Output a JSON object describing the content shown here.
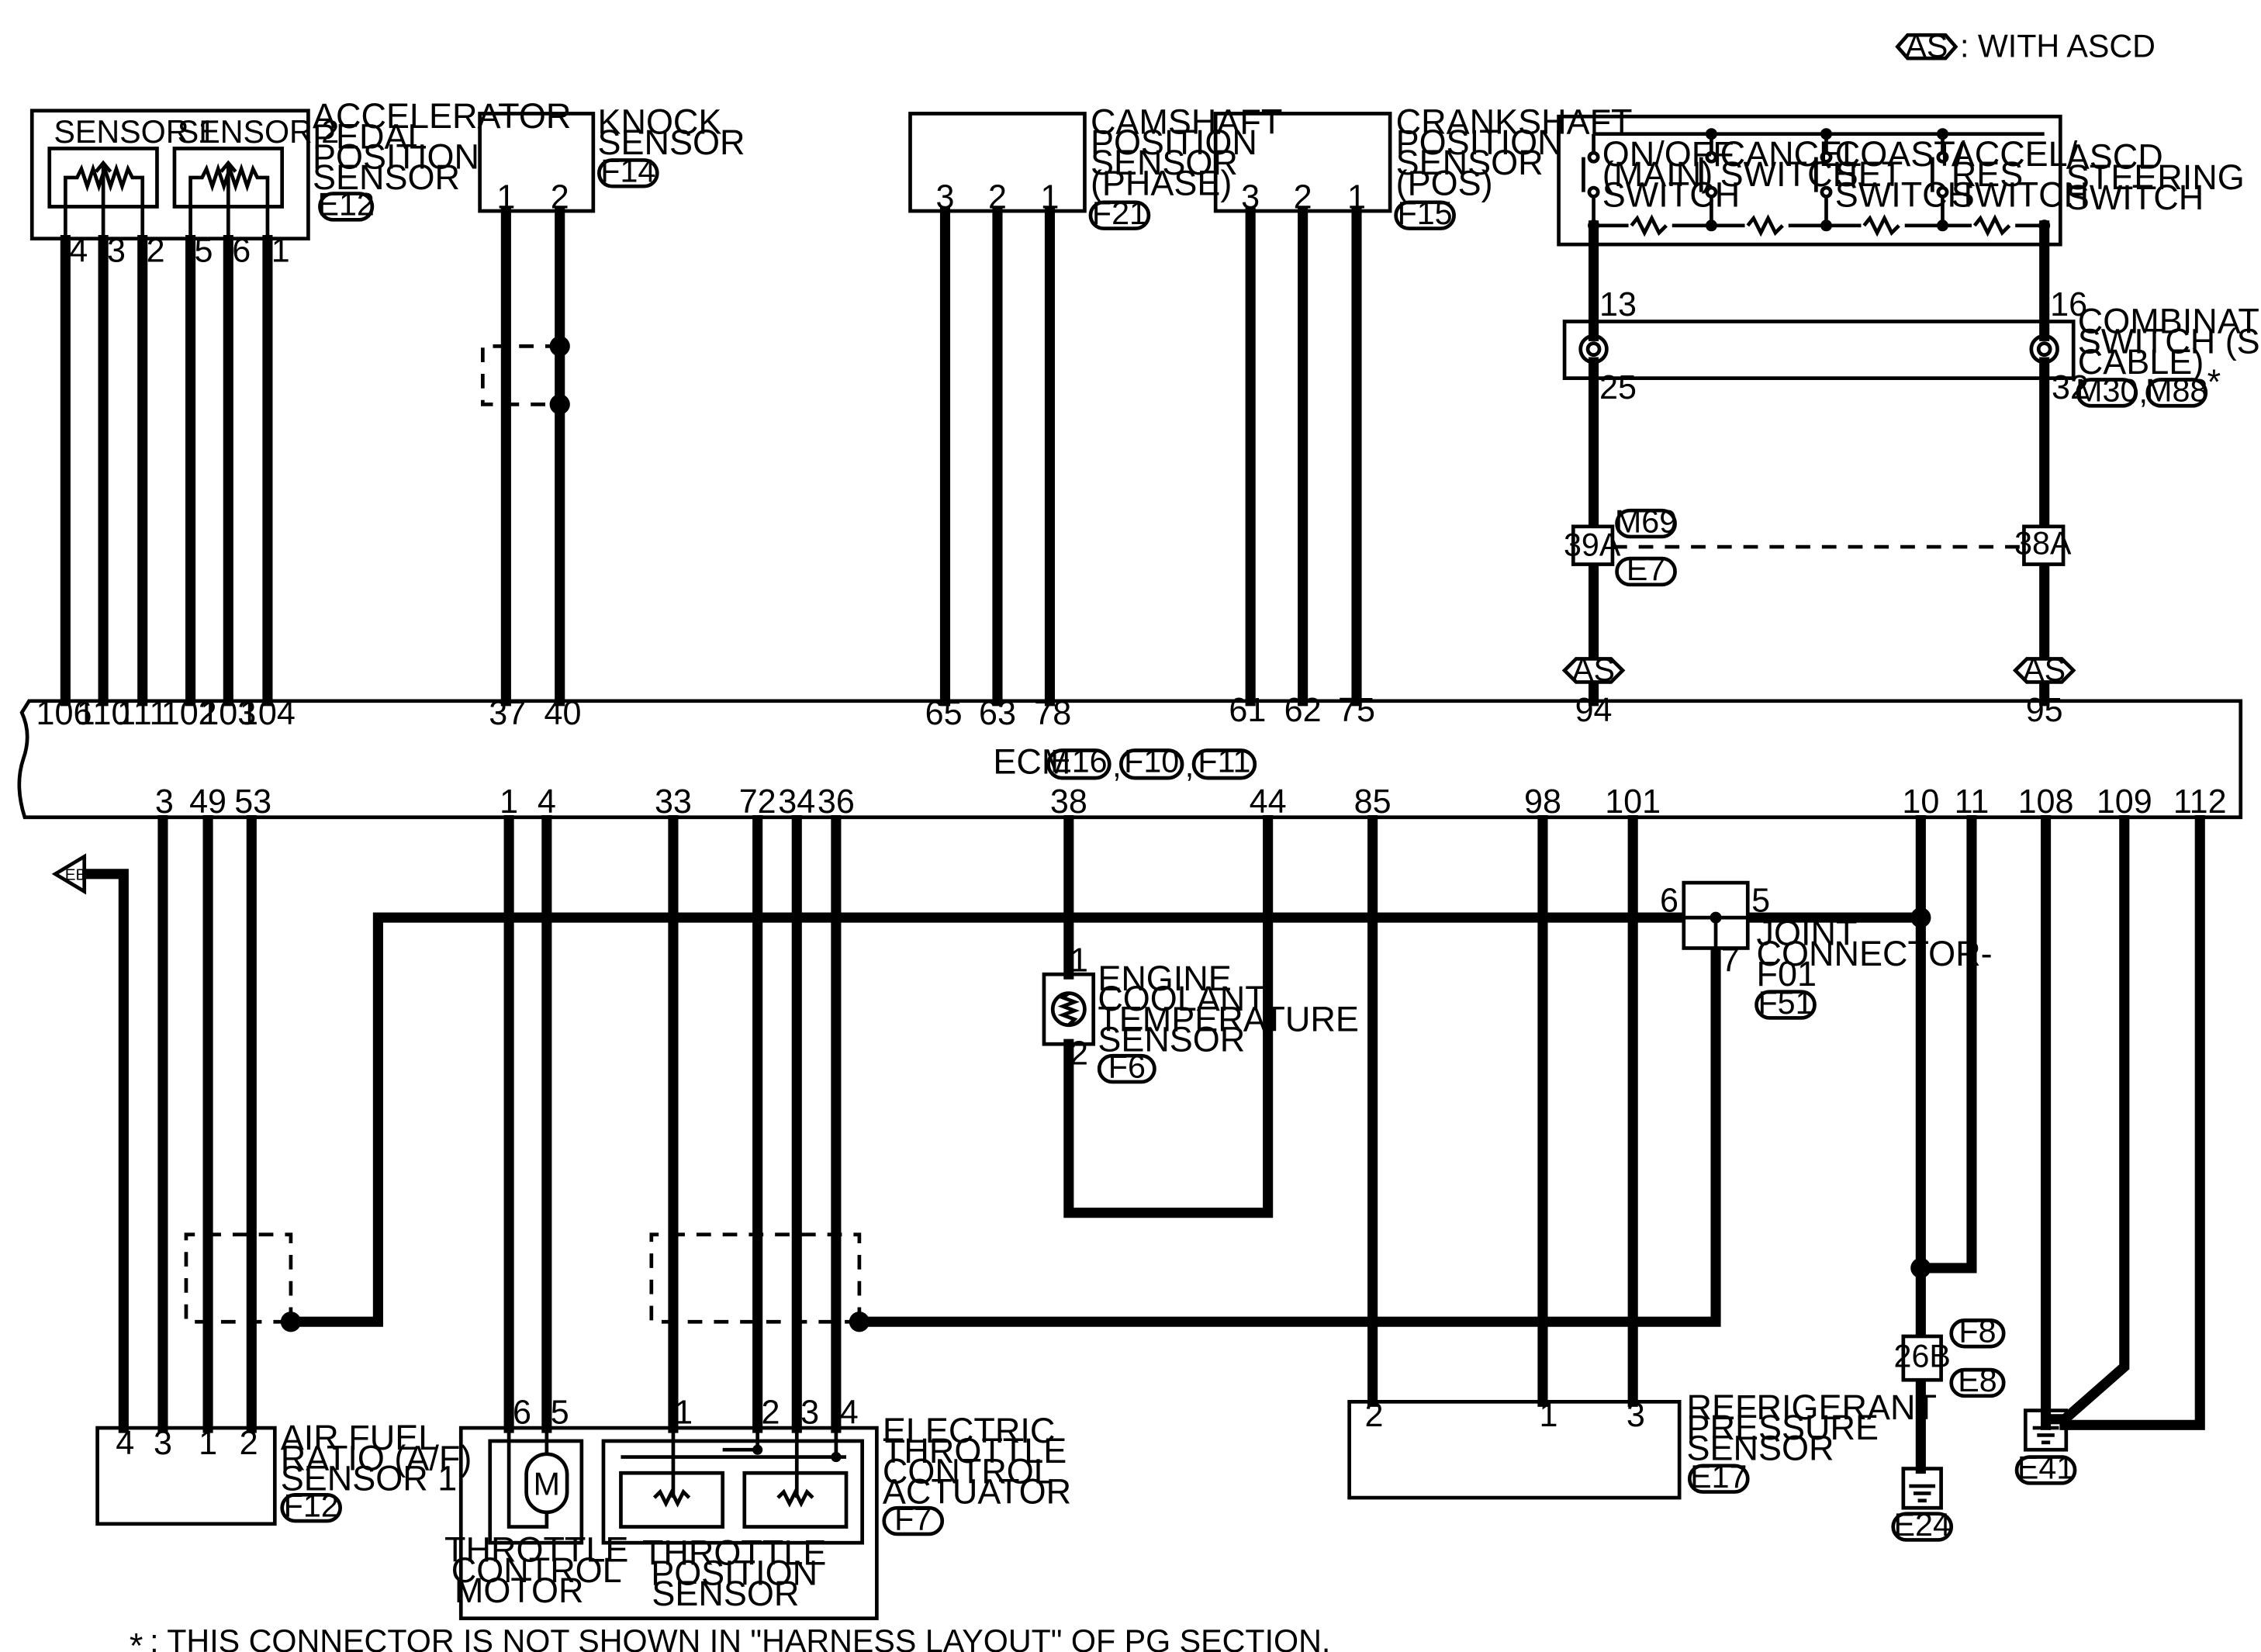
{
  "legend": {
    "as_tag": "AS",
    "as_text": ": WITH ASCD"
  },
  "ecm": {
    "label": "ECM",
    "connectors": [
      "E16",
      "F10",
      "F11"
    ]
  },
  "accelerator_sensor": {
    "sensor1": "SENSOR 1",
    "sensor2": "SENSOR 2",
    "name": [
      "ACCELERATOR",
      "PEDAL",
      "POSITION",
      "SENSOR"
    ],
    "connector": "E12",
    "pins": [
      "4",
      "3",
      "2",
      "5",
      "6",
      "1"
    ],
    "ecm_pins": [
      "106",
      "110",
      "111",
      "102",
      "103",
      "104"
    ]
  },
  "knock_sensor": {
    "name": [
      "KNOCK",
      "SENSOR"
    ],
    "connector": "F14",
    "pins": [
      "1",
      "2"
    ],
    "ecm_pins": [
      "37",
      "40"
    ]
  },
  "camshaft_sensor": {
    "name": [
      "CAMSHAFT",
      "POSITION",
      "SENSOR",
      "(PHASE)"
    ],
    "connector": "F21",
    "pins": [
      "3",
      "2",
      "1"
    ],
    "ecm_pins": [
      "65",
      "63",
      "78"
    ]
  },
  "crankshaft_sensor": {
    "name": [
      "CRANKSHAFT",
      "POSITION",
      "SENSOR",
      "(POS)"
    ],
    "connector": "F15",
    "pins": [
      "3",
      "2",
      "1"
    ],
    "ecm_pins": [
      "61",
      "62",
      "75"
    ]
  },
  "ascd_switch": {
    "name": [
      "ASCD",
      "STEERING",
      "SWITCH"
    ],
    "switches": [
      [
        "ON/OFF",
        "(MAIN)",
        "SWITCH"
      ],
      [
        "CANCEL",
        "SWITCH"
      ],
      [
        "COAST/",
        "SET",
        "SWITCH"
      ],
      [
        "ACCEL/",
        "RES",
        "SWITCH"
      ]
    ]
  },
  "combination_switch": {
    "name": [
      "COMBINATION",
      "SWITCH (SPIRAL",
      "CABLE)"
    ],
    "pins_top": [
      "13",
      "16"
    ],
    "pins_bottom": [
      "25",
      "32"
    ],
    "connectors": [
      "M30",
      "M88"
    ],
    "asterisk": "*"
  },
  "harness_connector": {
    "left": "39A",
    "right": "38A",
    "upper": "M69",
    "lower": "E7"
  },
  "as_markers": [
    "AS",
    "AS"
  ],
  "ascd_ecm_pins": [
    "94",
    "95"
  ],
  "ecm_bottom_pins": [
    "3",
    "49",
    "53",
    "1",
    "4",
    "33",
    "72",
    "34",
    "36",
    "38",
    "44",
    "85",
    "98",
    "101",
    "10",
    "11",
    "108",
    "109",
    "112"
  ],
  "ee_tag": "EE",
  "joint_connector": {
    "name": [
      "JOINT",
      "CONNECTOR-",
      "F01"
    ],
    "connector": "F51",
    "pins": [
      "6",
      "5",
      "7"
    ]
  },
  "coolant_sensor": {
    "name": [
      "ENGINE",
      "COOLANT",
      "TEMPERATURE",
      "SENSOR"
    ],
    "connector": "F6",
    "pins": [
      "1",
      "2"
    ]
  },
  "af_sensor": {
    "name": [
      "AIR FUEL",
      "RATIO (A/F)",
      "SENSOR 1"
    ],
    "connector": "F12",
    "pins": [
      "4",
      "3",
      "1",
      "2"
    ]
  },
  "throttle_actuator": {
    "name": [
      "ELECTRIC",
      "THROTTLE",
      "CONTROL",
      "ACTUATOR"
    ],
    "connector": "F7",
    "motor_label": [
      "THROTTLE",
      "CONTROL",
      "MOTOR"
    ],
    "tps_label": [
      "THROTTLE",
      "POSITION",
      "SENSOR"
    ],
    "motor_symbol": "M",
    "pins": [
      "6",
      "5",
      "1",
      "2",
      "3",
      "4"
    ]
  },
  "refrigerant_sensor": {
    "name": [
      "REFRIGERANT",
      "PRESSURE",
      "SENSOR"
    ],
    "connector": "E17",
    "pins": [
      "2",
      "1",
      "3"
    ]
  },
  "ground_connector": {
    "pin": "26B",
    "upper": "F8",
    "lower": "E8"
  },
  "grounds": [
    "E24",
    "E41"
  ],
  "footnote": {
    "mark": "*",
    "text": ": THIS CONNECTOR IS NOT SHOWN IN \"HARNESS LAYOUT\" OF PG SECTION."
  }
}
